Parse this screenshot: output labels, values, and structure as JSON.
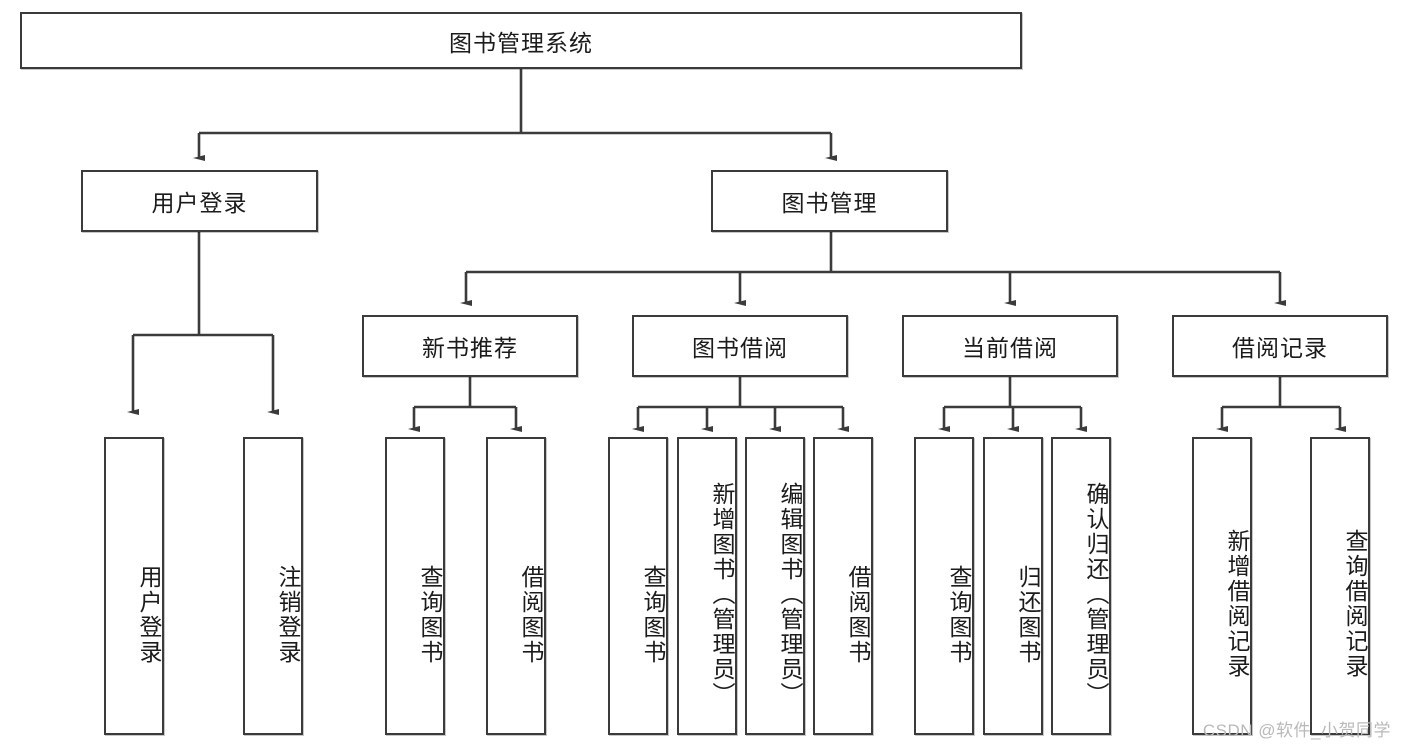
{
  "diagram": {
    "type": "tree",
    "title": "图书管理系统",
    "root": {
      "label": "图书管理系统"
    },
    "level2": [
      {
        "label": "用户登录"
      },
      {
        "label": "图书管理"
      }
    ],
    "level3": [
      {
        "label": "新书推荐"
      },
      {
        "label": "图书借阅"
      },
      {
        "label": "当前借阅"
      },
      {
        "label": "借阅记录"
      }
    ],
    "leaves": {
      "user_login": [
        {
          "label": "用户登录"
        },
        {
          "label": "注销登录"
        }
      ],
      "new_book_recommend": [
        {
          "label": "查询图书"
        },
        {
          "label": "借阅图书"
        }
      ],
      "book_borrow": [
        {
          "label": "查询图书"
        },
        {
          "label": "新增图书（管理员）"
        },
        {
          "label": "编辑图书（管理员）"
        },
        {
          "label": "借阅图书"
        }
      ],
      "current_borrow": [
        {
          "label": "查询图书"
        },
        {
          "label": "归还图书"
        },
        {
          "label": "确认归还（管理员）"
        }
      ],
      "borrow_record": [
        {
          "label": "新增借阅记录"
        },
        {
          "label": "查询借阅记录"
        }
      ]
    },
    "watermark": "CSDN @软件_小贺同学",
    "colors": {
      "stroke": "#3b3b3b",
      "fill": "#ffffff",
      "text": "#1b1b1b",
      "watermark": "#b9b9b9"
    }
  }
}
